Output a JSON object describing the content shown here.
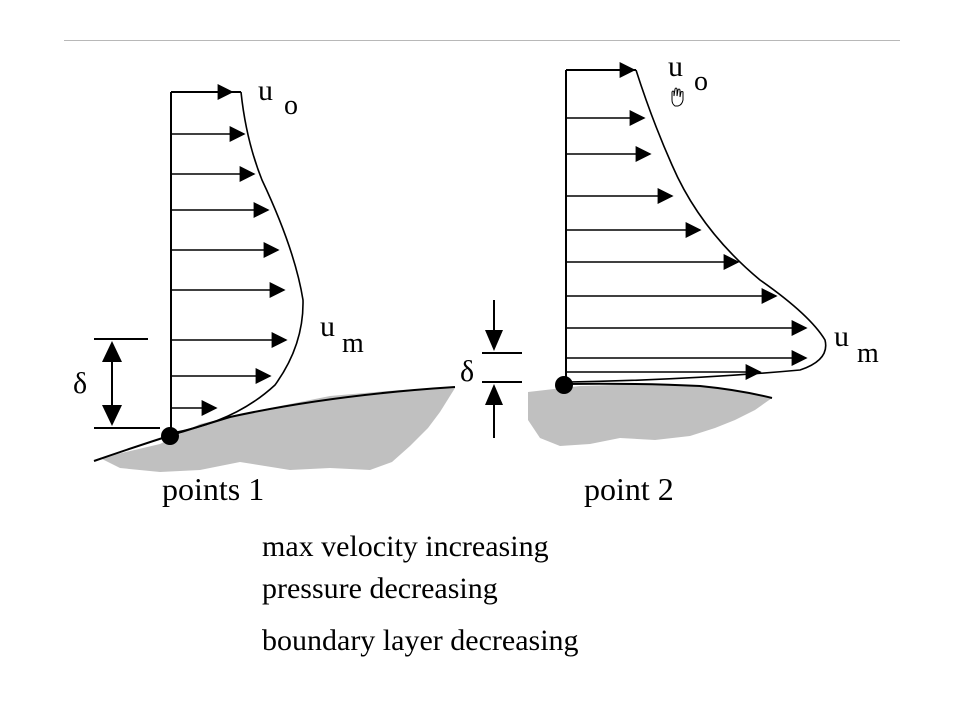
{
  "labels": {
    "free_stream_symbol": "u",
    "free_stream_subscript": "o",
    "max_velocity_symbol": "u",
    "max_velocity_subscript": "m",
    "thickness_symbol": "δ",
    "point1_label": "points 1",
    "point2_label": "point 2"
  },
  "caption": {
    "line1": "max velocity increasing",
    "line2": "pressure decreasing",
    "line3": "boundary layer decreasing"
  },
  "colors": {
    "ground": "#c0c0c0",
    "ink": "#000000",
    "rule": "#b8b8b8"
  },
  "icons": {
    "cursor": "hand-cursor-icon"
  }
}
